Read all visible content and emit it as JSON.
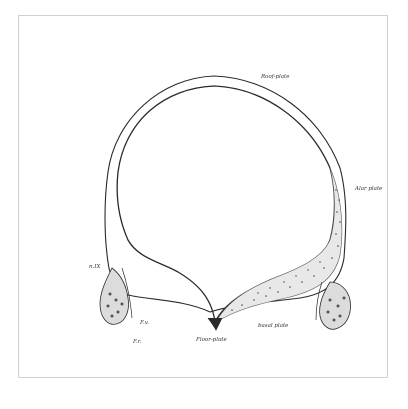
{
  "colors": {
    "ink": "#2a2a2a",
    "frame_border": "#d0d0d0",
    "background": "#ffffff"
  },
  "labels": {
    "roof_plate": "Roof-plate",
    "alar_plate": "Alar plate",
    "basal_plate": "basal plate",
    "floor_plate": "Floor-plate",
    "n_ix": "n.IX",
    "f_v": "F.v.",
    "f_r": "F.r."
  }
}
